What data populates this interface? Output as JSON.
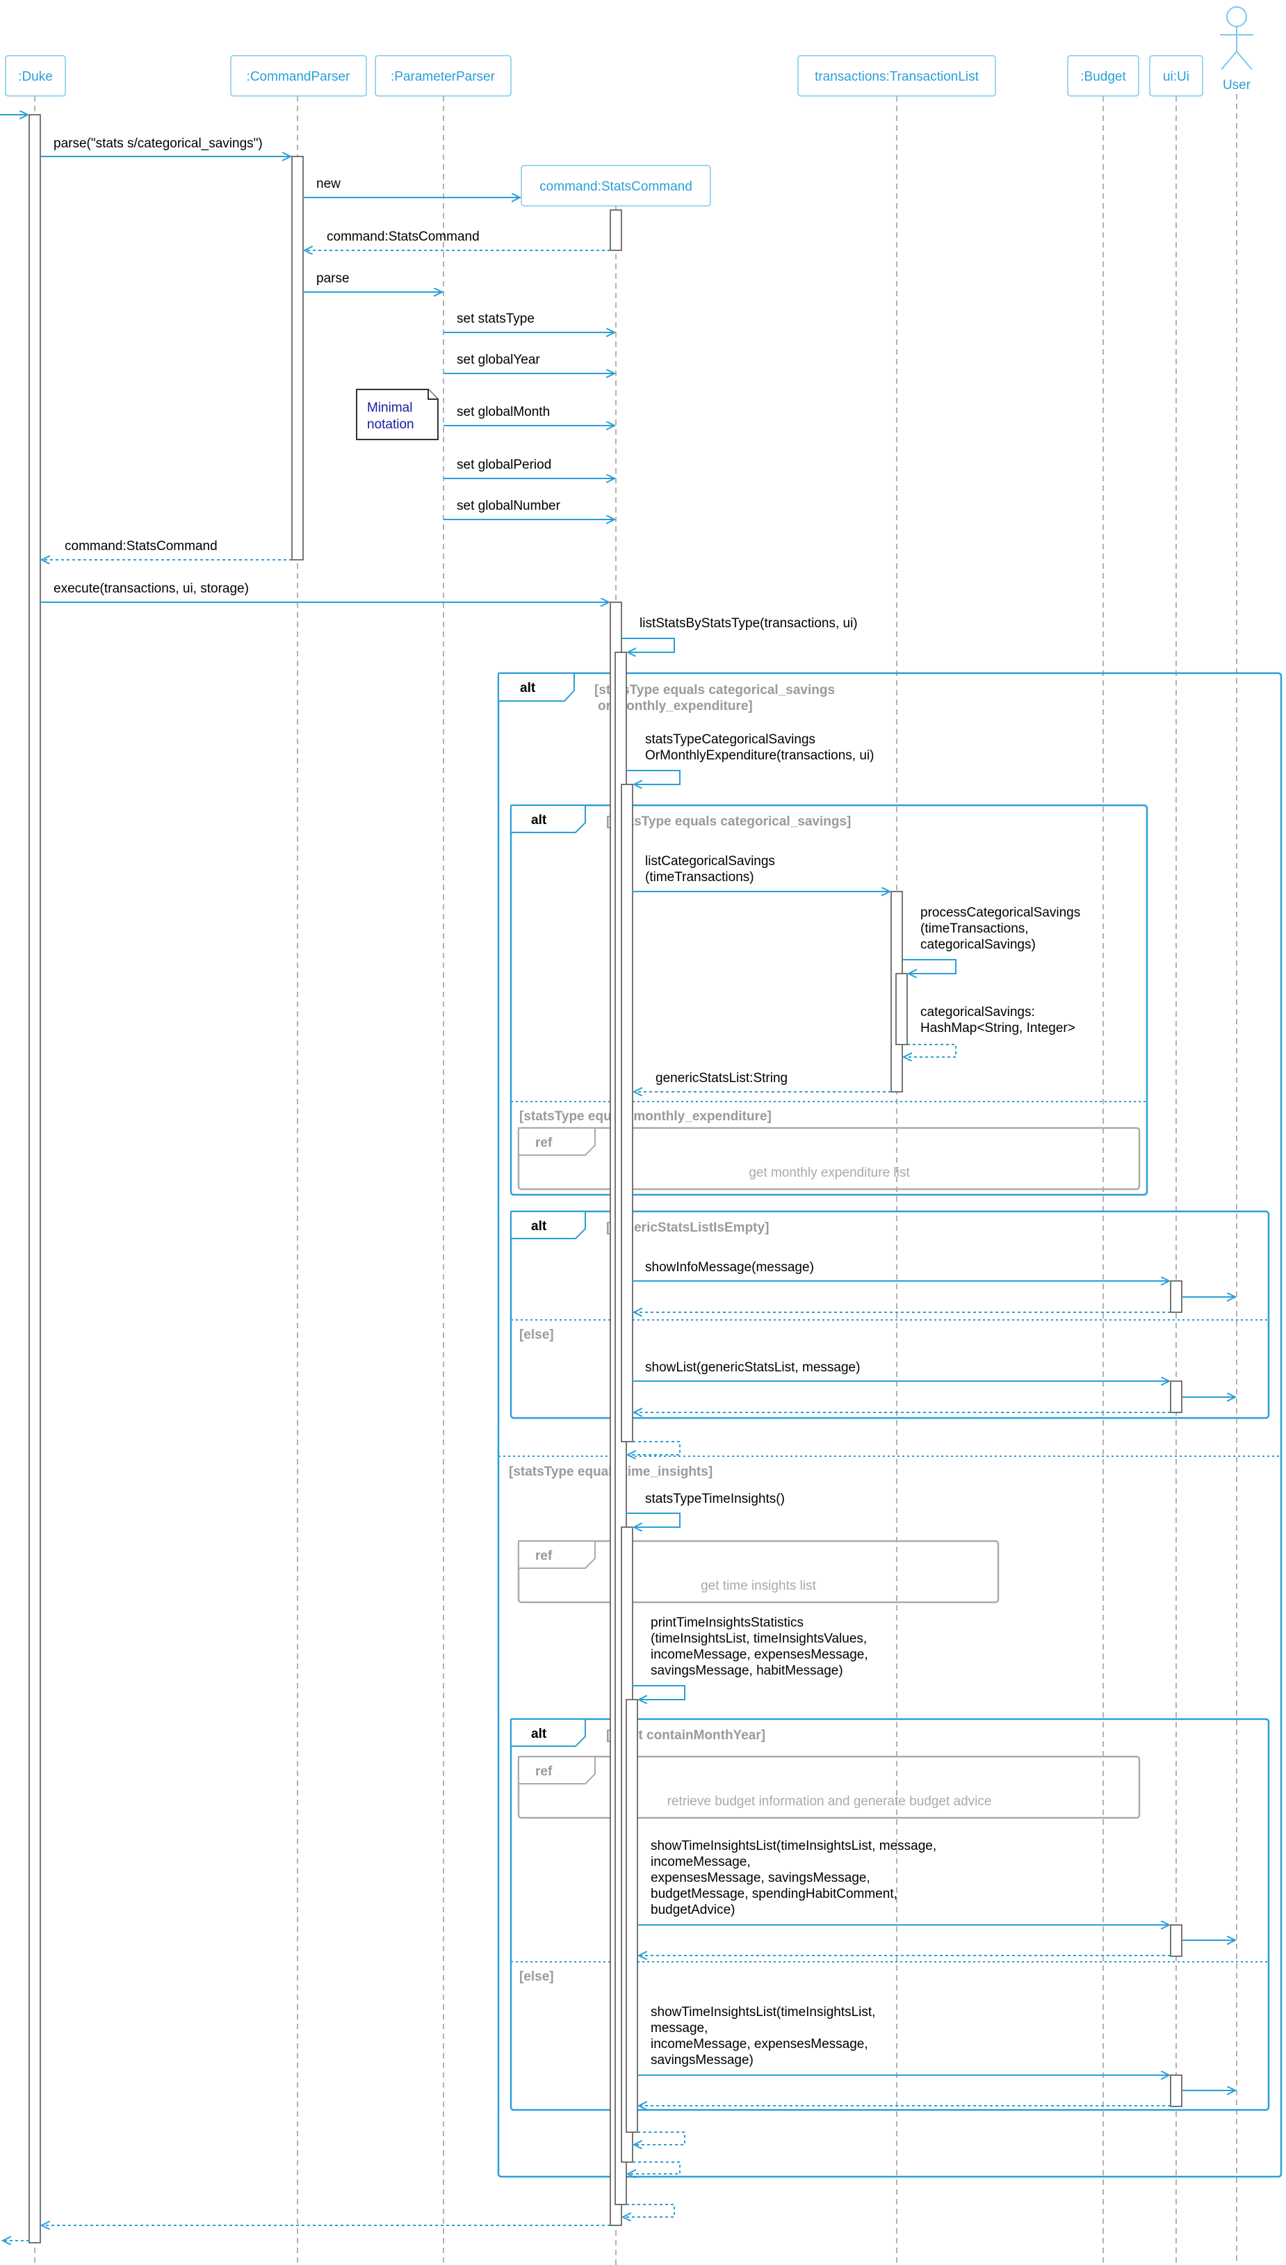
{
  "participants": {
    "duke": ":Duke",
    "command_parser": ":CommandParser",
    "parameter_parser": ":ParameterParser",
    "stats_command": "command:StatsCommand",
    "transaction_list": "transactions:TransactionList",
    "budget": ":Budget",
    "ui": "ui:Ui",
    "user": "User"
  },
  "messages": {
    "parse_call": "parse(\"stats s/categorical_savings\")",
    "new": "new",
    "ret_command_1": "command:StatsCommand",
    "parse": "parse",
    "set_stats_type": "set statsType",
    "set_global_year": "set globalYear",
    "set_global_month": "set globalMonth",
    "set_global_period": "set globalPeriod",
    "set_global_number": "set globalNumber",
    "ret_command_2": "command:StatsCommand",
    "execute": "execute(transactions, ui, storage)",
    "list_stats": "listStatsByStatsType(transactions, ui)",
    "stats_cat_1": "statsTypeCategoricalSavings",
    "stats_cat_2": "OrMonthlyExpenditure(transactions, ui)",
    "list_cat_1": "listCategoricalSavings",
    "list_cat_2": "(timeTransactions)",
    "process_1": "processCategoricalSavings",
    "process_2": "(timeTransactions,",
    "process_3": "categoricalSavings)",
    "cat_savings_1": "categoricalSavings:",
    "cat_savings_2": "HashMap<String, Integer>",
    "generic_stats": "genericStatsList:String",
    "show_info": "showInfoMessage(message)",
    "show_list": "showList(genericStatsList, message)",
    "stats_time": "statsTypeTimeInsights()",
    "print_1": "printTimeInsightsStatistics",
    "print_2": "(timeInsightsList, timeInsightsValues,",
    "print_3": "incomeMessage, expensesMessage,",
    "print_4": "savingsMessage, habitMessage)",
    "stil_a1": "showTimeInsightsList(timeInsightsList, message,",
    "stil_a2": "incomeMessage,",
    "stil_a3": "expensesMessage, savingsMessage,",
    "stil_a4": "budgetMessage, spendingHabitComment,",
    "stil_a5": "budgetAdvice)",
    "stil_b1": "showTimeInsightsList(timeInsightsList,",
    "stil_b2": "message,",
    "stil_b3": "incomeMessage, expensesMessage,",
    "stil_b4": "savingsMessage)"
  },
  "frames": {
    "alt_label": "alt",
    "ref_label": "ref",
    "else_guard": "[else]",
    "outer_guard_1": "[statsType equals categorical_savings",
    "outer_guard_2": "or monthly_expenditure]",
    "outer_guard_3": "[statsType equals time_insights]",
    "inner_guard_1": "[statsType equals categorical_savings]",
    "inner_guard_2": "[statsType equals monthly_expenditure]",
    "empty_guard": "[genericStatsListIsEmpty]",
    "month_year_guard": "[input containMonthYear]",
    "ref_monthly": "get monthly expenditure list",
    "ref_time_insights": "get time insights list",
    "ref_budget": "retrieve budget information and generate budget advice"
  },
  "note": {
    "line1": "Minimal",
    "line2": "notation"
  },
  "colors": {
    "accent": "#2a9fd8",
    "participant_border": "#7ec8ee",
    "note_text": "#1a1aa0",
    "guard_text": "#9a9a9a"
  }
}
